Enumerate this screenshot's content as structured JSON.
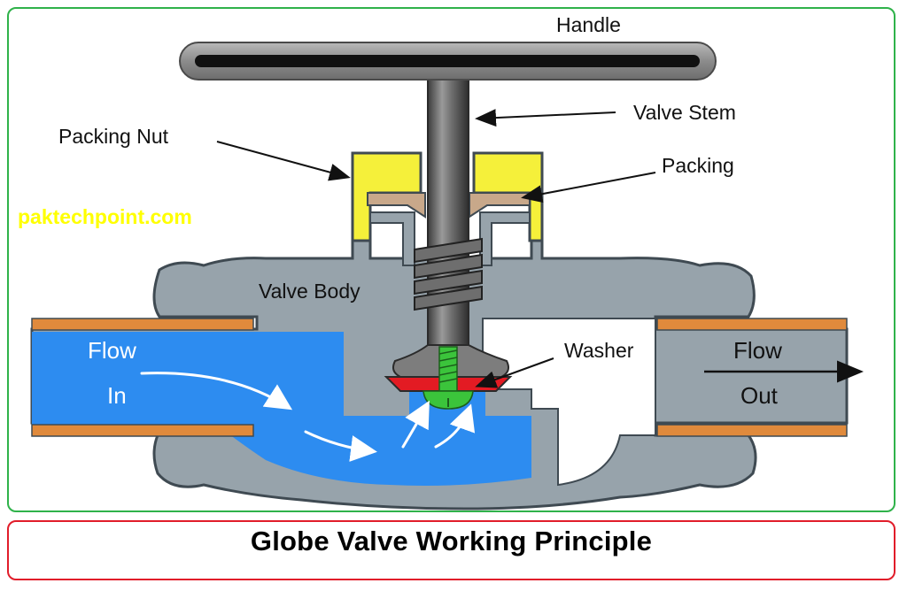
{
  "title": "Globe Valve Working Principle",
  "watermark": "paktechpoint.com",
  "labels": {
    "handle": "Handle",
    "valve_stem": "Valve Stem",
    "packing_nut": "Packing Nut",
    "packing": "Packing",
    "valve_body": "Valve Body",
    "washer": "Washer",
    "flow_in_1": "Flow",
    "flow_in_2": "In",
    "flow_out_1": "Flow",
    "flow_out_2": "Out"
  },
  "colors": {
    "frame_border": "#2fb24a",
    "title_border": "#e11d2a",
    "watermark": "#ffff00",
    "body": "#97a3ab",
    "fluid": "#2d8cf0",
    "pipe_flange": "#e08a3c",
    "packing_nut": "#f5f03a",
    "packing": "#c8a88a",
    "washer": "#e31b23",
    "disc_screw": "#3bc43b"
  }
}
